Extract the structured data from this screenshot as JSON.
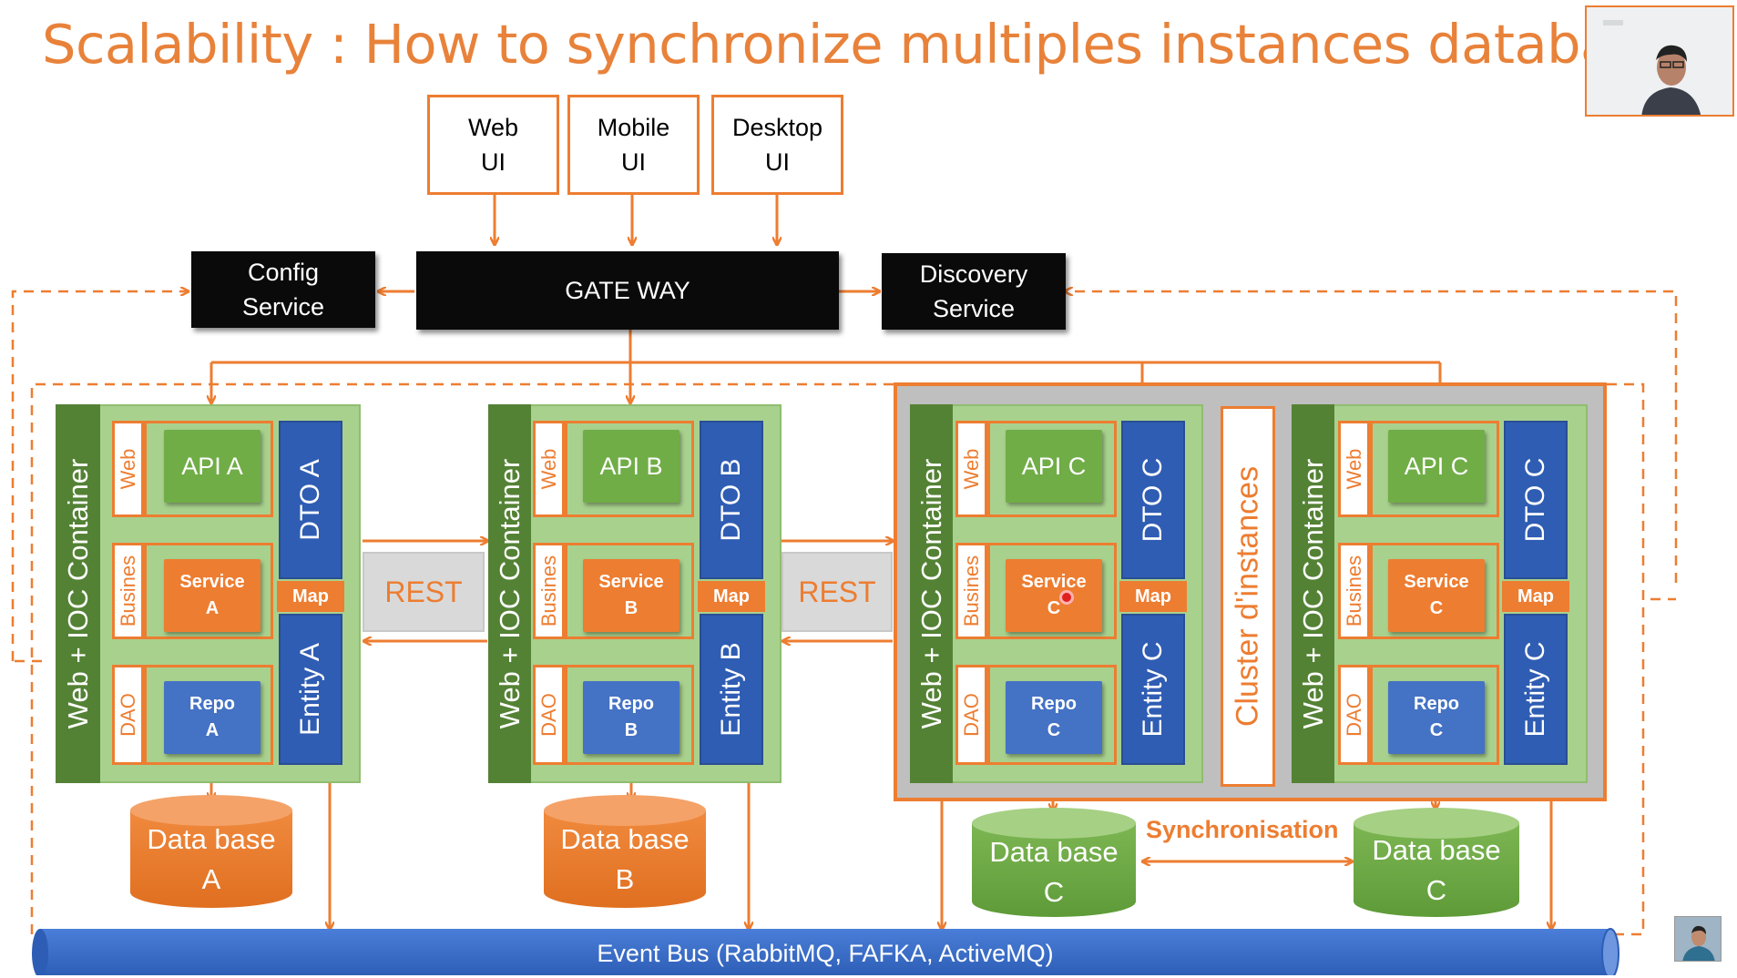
{
  "title": "Scalability : How to synchronize multiples instances database ?",
  "clients": [
    {
      "line1": "Web",
      "line2": "UI"
    },
    {
      "line1": "Mobile",
      "line2": "UI"
    },
    {
      "line1": "Desktop",
      "line2": "UI"
    }
  ],
  "config_service": {
    "line1": "Config",
    "line2": "Service"
  },
  "gateway": "GATE WAY",
  "discovery_service": {
    "line1": "Discovery",
    "line2": "Service"
  },
  "container_label": "Web + IOC  Container",
  "layers": {
    "web": "Web",
    "business": "Busines",
    "dao": "DAO"
  },
  "map_label": "Map",
  "rest_label": "REST",
  "cluster_label": "Cluster d'instances",
  "sync_label": "Synchronisation",
  "event_bus": "Event Bus (RabbitMQ, FAFKA, ActiveMQ)",
  "services": [
    {
      "api": "API A",
      "service": {
        "line1": "Service",
        "line2": "A"
      },
      "repo": {
        "line1": "Repo",
        "line2": "A"
      },
      "dto": "DTO A",
      "entity": "Entity A",
      "db": {
        "line1": "Data base",
        "line2": "A"
      }
    },
    {
      "api": "API B",
      "service": {
        "line1": "Service",
        "line2": "B"
      },
      "repo": {
        "line1": "Repo",
        "line2": "B"
      },
      "dto": "DTO B",
      "entity": "Entity B",
      "db": {
        "line1": "Data base",
        "line2": "B"
      }
    },
    {
      "api": "API C",
      "service": {
        "line1": "Service",
        "line2": "C"
      },
      "repo": {
        "line1": "Repo",
        "line2": "C"
      },
      "dto": "DTO C",
      "entity": "Entity C",
      "db": {
        "line1": "Data base",
        "line2": "C"
      }
    },
    {
      "api": "API C",
      "service": {
        "line1": "Service",
        "line2": "C"
      },
      "repo": {
        "line1": "Repo",
        "line2": "C"
      },
      "dto": "DTO C",
      "entity": "Entity C",
      "db": {
        "line1": "Data base",
        "line2": "C"
      }
    }
  ],
  "colors": {
    "accent": "#ED7D31",
    "green": "#70AD47",
    "dark_green": "#548235",
    "blue": "#4472C4",
    "bus_blue": "#3A6BC9"
  }
}
